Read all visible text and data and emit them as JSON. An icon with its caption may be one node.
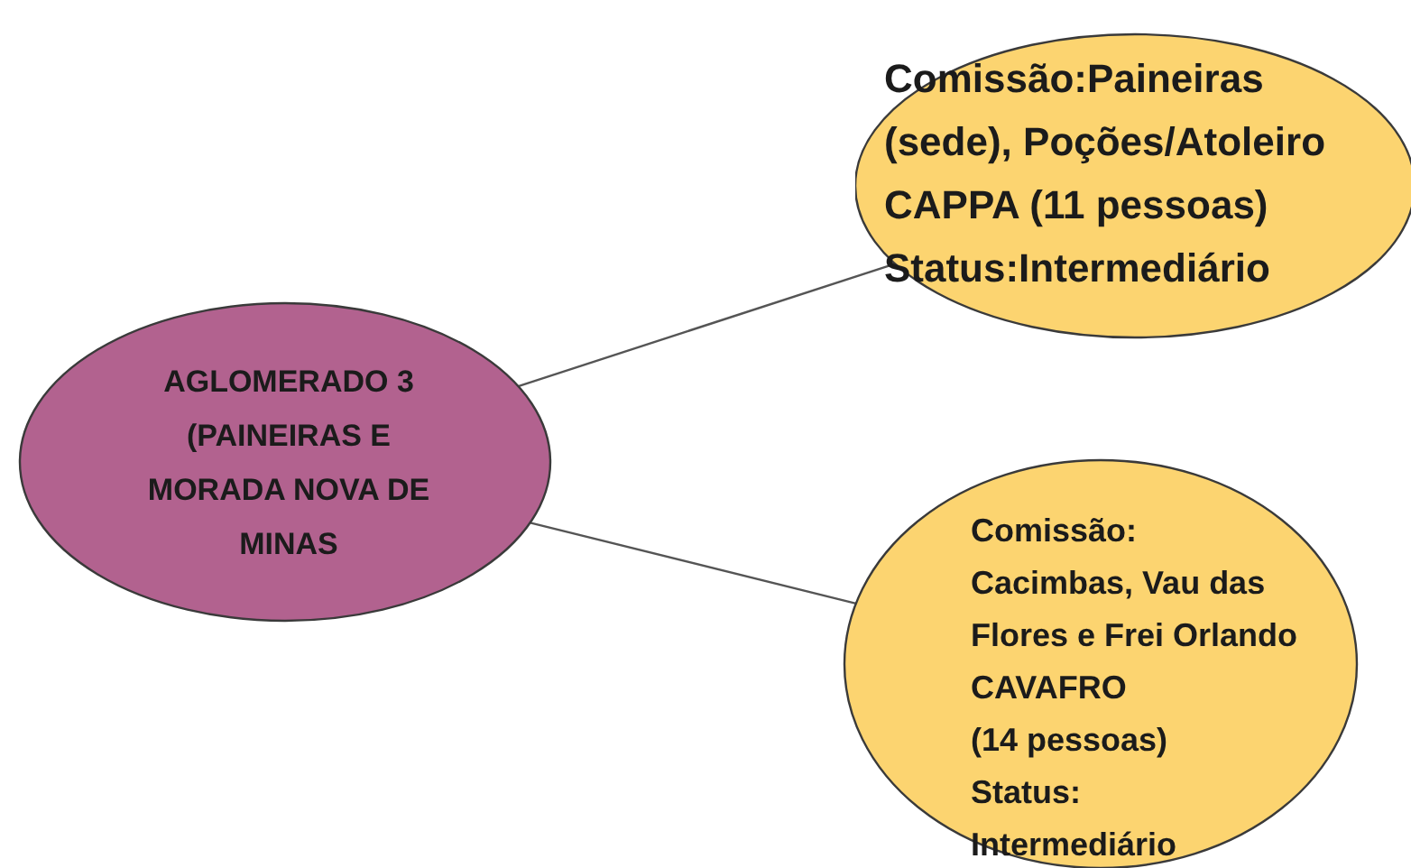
{
  "diagram": {
    "nodes": [
      {
        "text": [
          "AGLOMERADO 3 (PAINEIRAS E MORADA NOVA DE MINAS"
        ]
      },
      {
        "text": [
          "Comissão:Paineiras (sede), Poções/Atoleiro",
          "CAPPA (11 pessoas)",
          "Status:Intermediário"
        ]
      },
      {
        "text": [
          "Comissão:",
          "Cacimbas, Vau das Flores e Frei Orlando",
          "CAVAFRO",
          "(14 pessoas)",
          "Status:",
          "Intermediário"
        ]
      }
    ],
    "edges": [
      {
        "from": 0,
        "to": 1,
        "arrow": "none"
      },
      {
        "from": 0,
        "to": 2,
        "arrow": "none"
      }
    ]
  }
}
